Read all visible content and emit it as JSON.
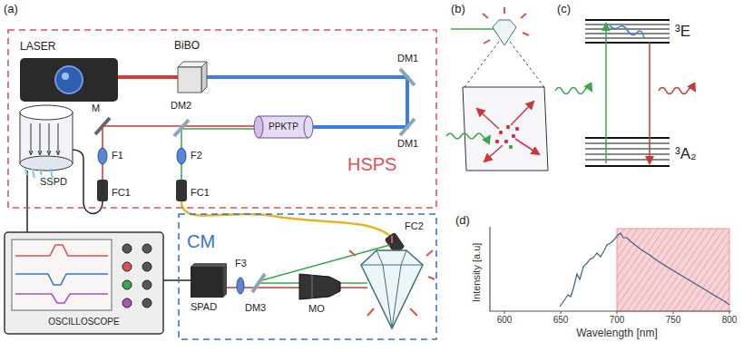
{
  "diagram": {
    "nodes": [
      {
        "text": [
          "HSPS"
        ]
      },
      {
        "text": [
          "LASER"
        ],
        "in": 0
      },
      {
        "text": [
          "BiBO"
        ],
        "in": 0
      },
      {
        "text": [
          "PPKTP"
        ],
        "in": 0
      },
      {
        "text": [
          "SSPD"
        ],
        "in": 0
      },
      {
        "text": [
          "CM"
        ]
      },
      {
        "text": [
          "SPAD"
        ],
        "in": 5
      },
      {
        "text": [
          "MO"
        ],
        "in": 5
      },
      {
        "text": [
          "OSCILLOSCOPE"
        ]
      }
    ],
    "edges": [
      {
        "from": 1,
        "to": 2,
        "arrow": "none"
      },
      {
        "from": 4,
        "to": 8,
        "arrow": "none"
      },
      {
        "from": 6,
        "to": 8,
        "arrow": "none"
      }
    ],
    "labels": [
      "(a)",
      "DM1",
      "DM1",
      "M",
      "DM2",
      "F1",
      "F2",
      "FC1",
      "FC1",
      "FC2",
      "F3",
      "DM3",
      "(b)",
      "(c)",
      "³E",
      "³A₂",
      "(d)",
      "Intensity [a.u]",
      "Wavelength [nm]",
      "600",
      "650",
      "700",
      "750",
      "800"
    ]
  }
}
